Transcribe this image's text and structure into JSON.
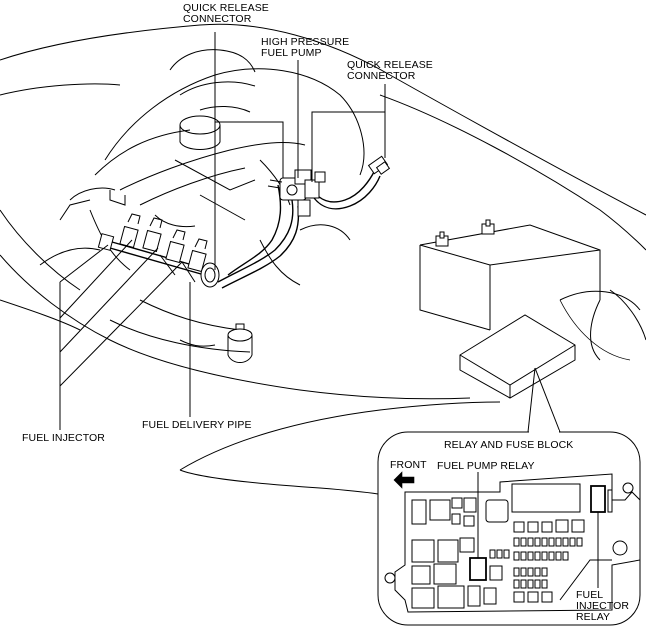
{
  "labels": {
    "quick_release_connector_top": [
      "QUICK RELEASE",
      "CONNECTOR"
    ],
    "high_pressure_fuel_pump": [
      "HIGH PRESSURE",
      "FUEL PUMP"
    ],
    "quick_release_connector_right": [
      "QUICK RELEASE",
      "CONNECTOR"
    ],
    "fuel_injector": "FUEL INJECTOR",
    "fuel_delivery_pipe": "FUEL DELIVERY PIPE",
    "relay_and_fuse_block": "RELAY AND FUSE BLOCK",
    "front": "FRONT",
    "fuel_pump_relay": "FUEL PUMP RELAY",
    "fuel_injector_relay": [
      "FUEL",
      "INJECTOR",
      "RELAY"
    ]
  }
}
